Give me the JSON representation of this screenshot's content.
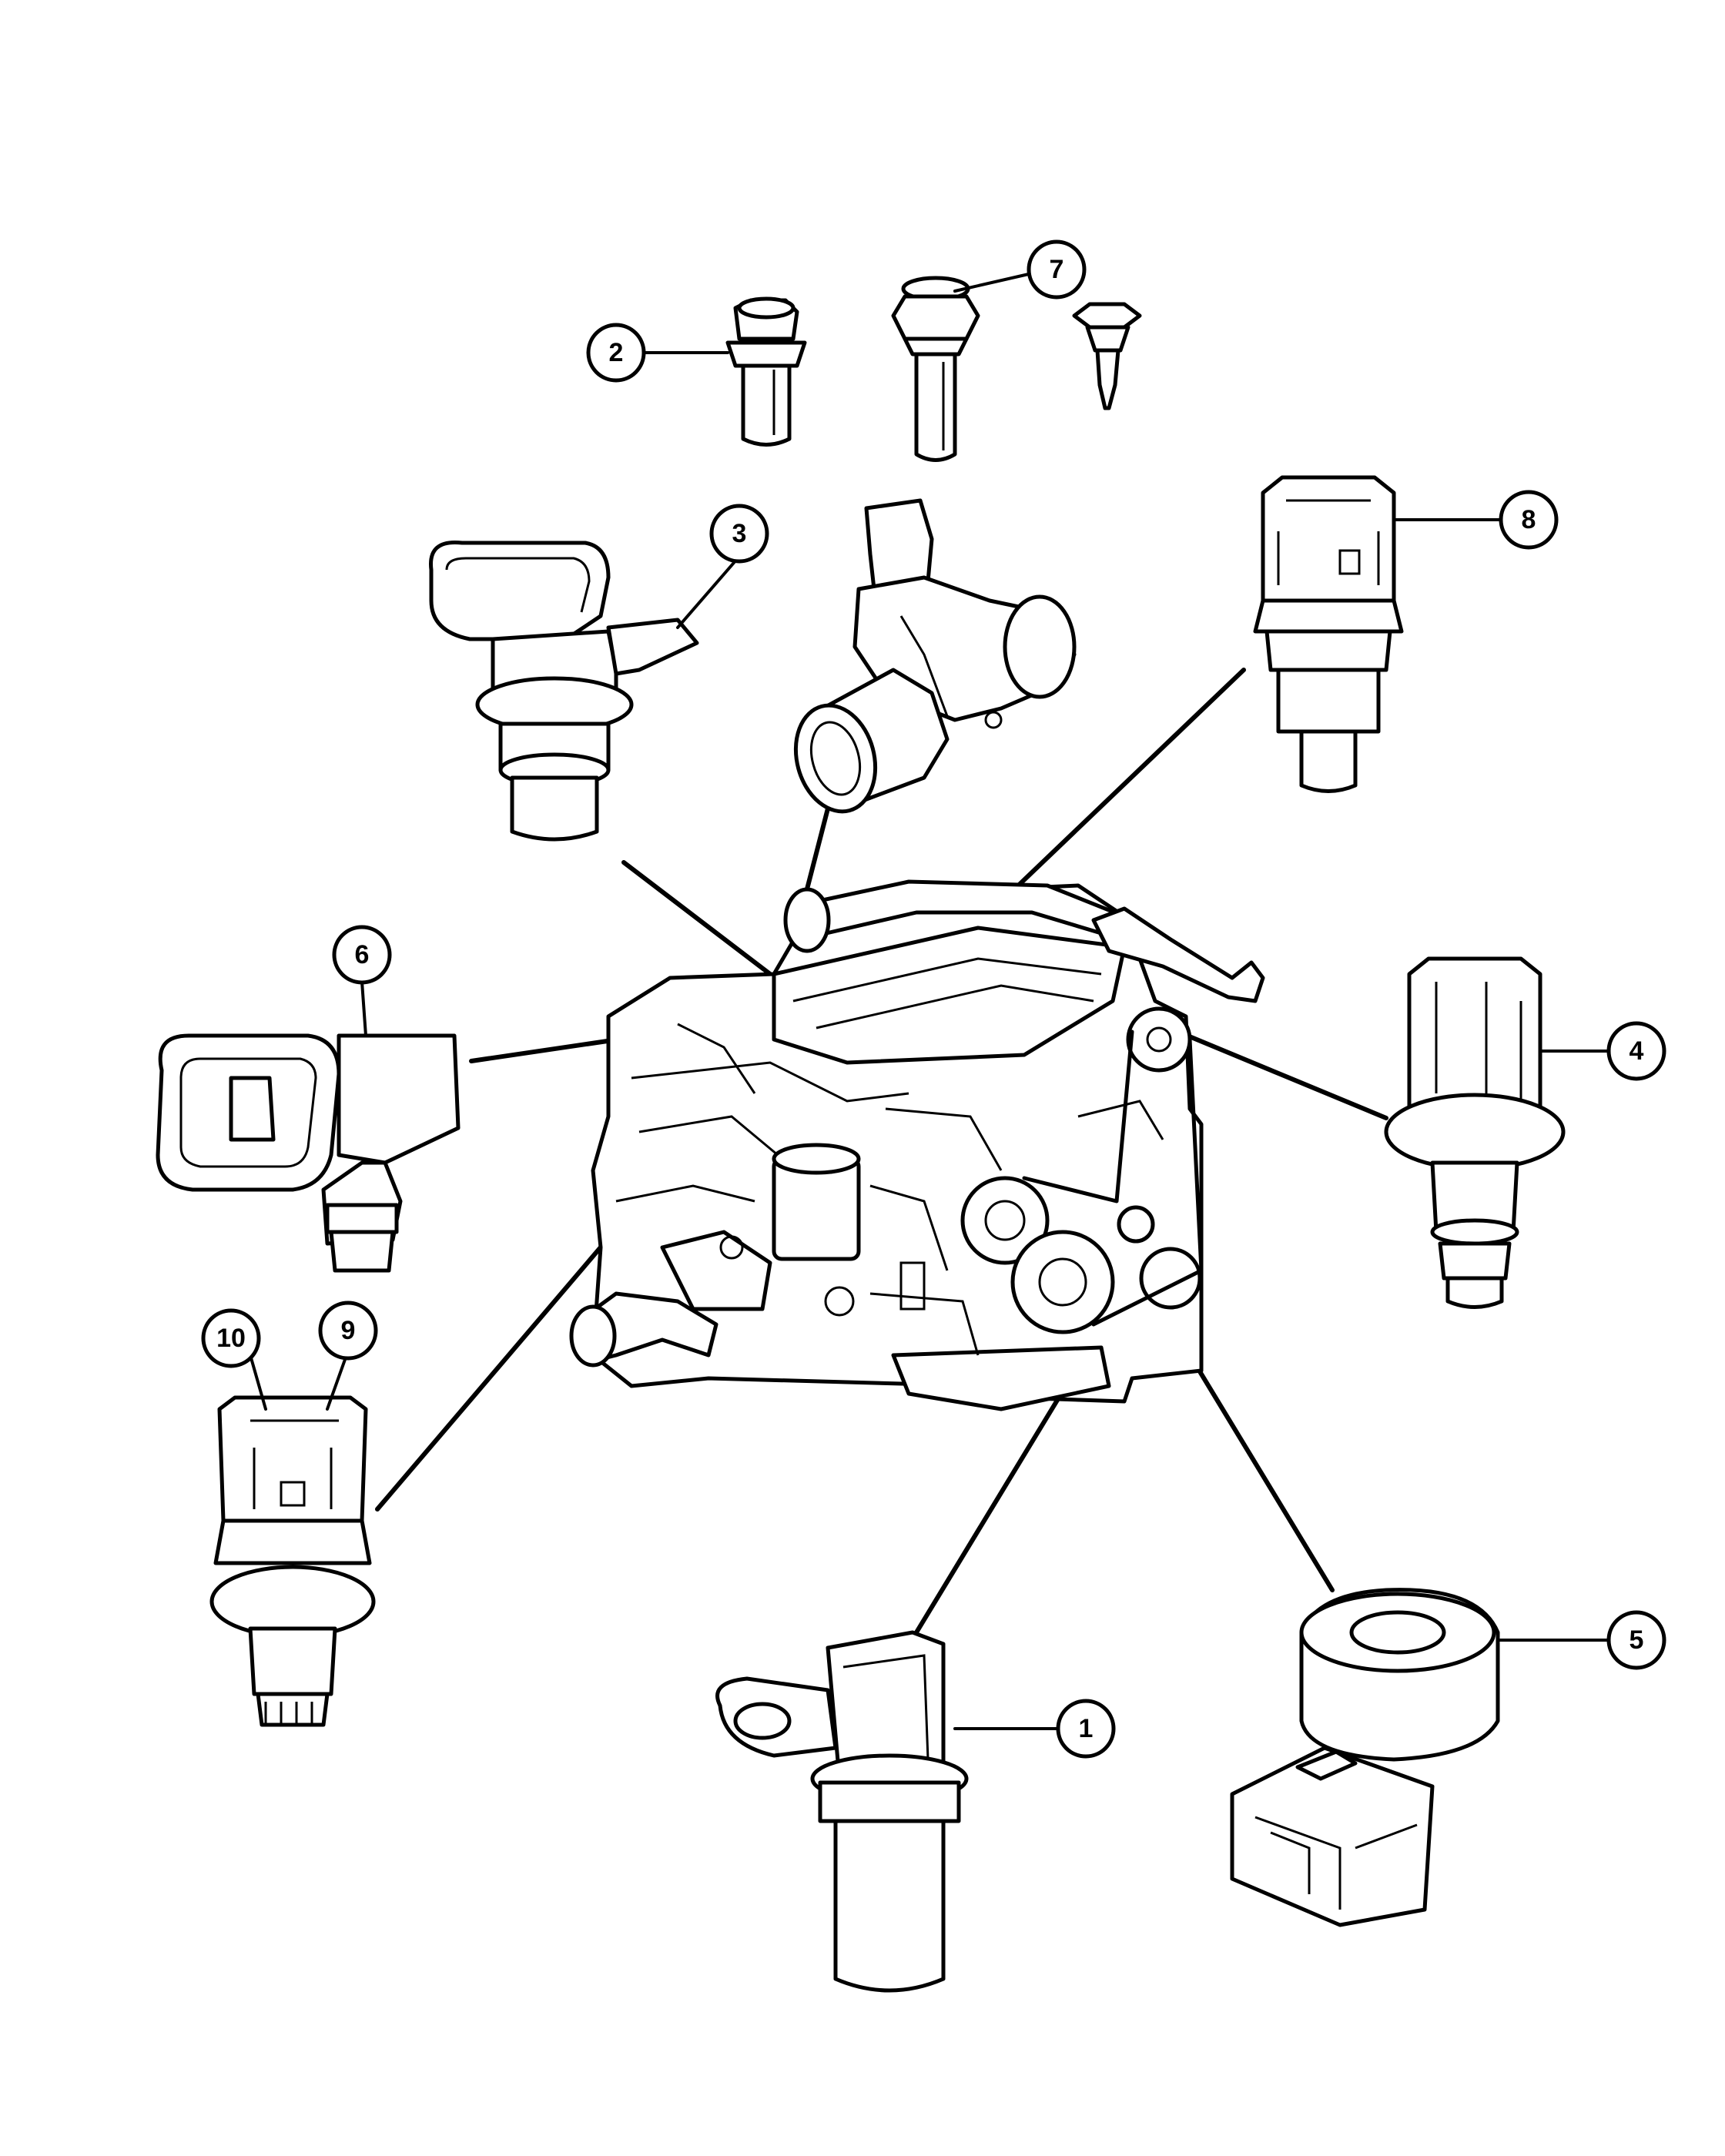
{
  "diagram": {
    "callouts": [
      {
        "id": "1",
        "label": "1"
      },
      {
        "id": "2",
        "label": "2"
      },
      {
        "id": "3",
        "label": "3"
      },
      {
        "id": "4",
        "label": "4"
      },
      {
        "id": "5",
        "label": "5"
      },
      {
        "id": "6",
        "label": "6"
      },
      {
        "id": "7",
        "label": "7"
      },
      {
        "id": "8",
        "label": "8"
      },
      {
        "id": "9",
        "label": "9"
      },
      {
        "id": "10",
        "label": "10"
      }
    ],
    "parts": [
      {
        "name": "crankshaft-position-sensor",
        "callout": "1"
      },
      {
        "name": "sensor-bolt",
        "callout": "2"
      },
      {
        "name": "camshaft-position-sensor",
        "callout": "3"
      },
      {
        "name": "coolant-temperature-sensor",
        "callout": "4"
      },
      {
        "name": "knock-sensor",
        "callout": "5"
      },
      {
        "name": "map-sensor",
        "callout": "6"
      },
      {
        "name": "knock-sensor-bolt",
        "callout": "7"
      },
      {
        "name": "oil-pressure-switch",
        "callout": "8"
      },
      {
        "name": "temperature-sensor-assembly",
        "callout": "9"
      },
      {
        "name": "temperature-sensor-oring",
        "callout": "10"
      }
    ]
  }
}
